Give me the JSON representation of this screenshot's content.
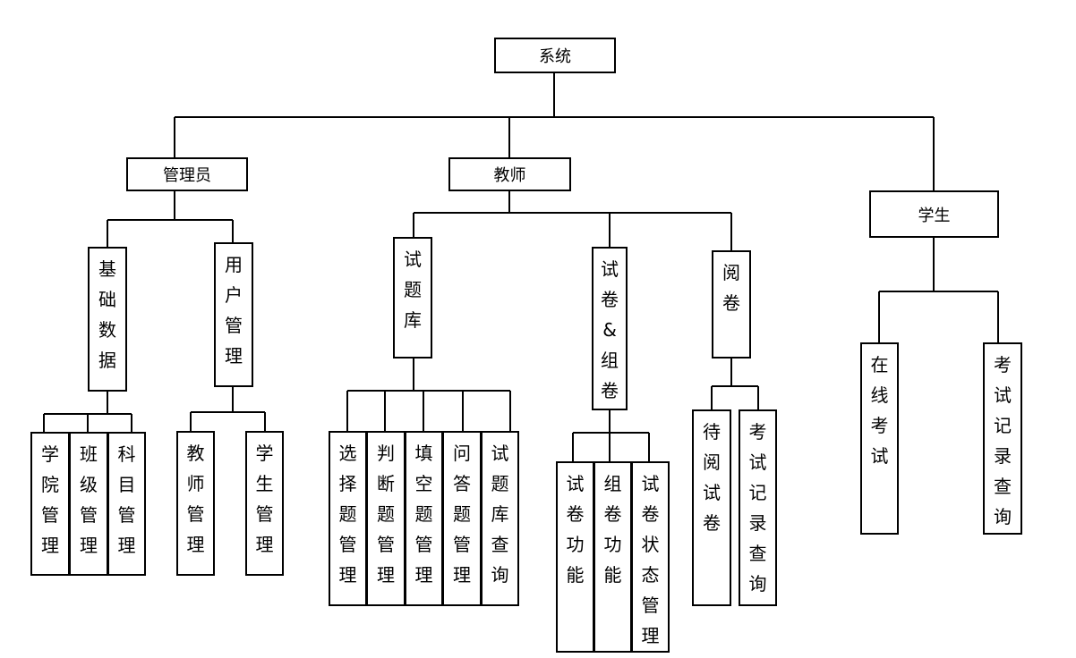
{
  "root": "系统",
  "roles": {
    "admin": "管理员",
    "teacher": "教师",
    "student": "学生"
  },
  "admin_modules": {
    "basic_data": "基础数据",
    "user_mgmt": "用户管理"
  },
  "basic_data_items": [
    "学院管理",
    "班级管理",
    "科目管理"
  ],
  "user_mgmt_items": [
    "教师管理",
    "学生管理"
  ],
  "teacher_modules": {
    "question_bank": "试题库",
    "paper_compose": "试卷&组卷",
    "grading": "阅卷"
  },
  "question_bank_items": [
    "选择题管理",
    "判断题管理",
    "填空题管理",
    "问答题管理",
    "试题库查询"
  ],
  "paper_items": [
    "试卷功能",
    "组卷功能",
    "试卷状态管理"
  ],
  "grading_items": [
    "待阅试卷",
    "考试记录查询"
  ],
  "student_items": [
    "在线考试",
    "考试记录查询"
  ]
}
